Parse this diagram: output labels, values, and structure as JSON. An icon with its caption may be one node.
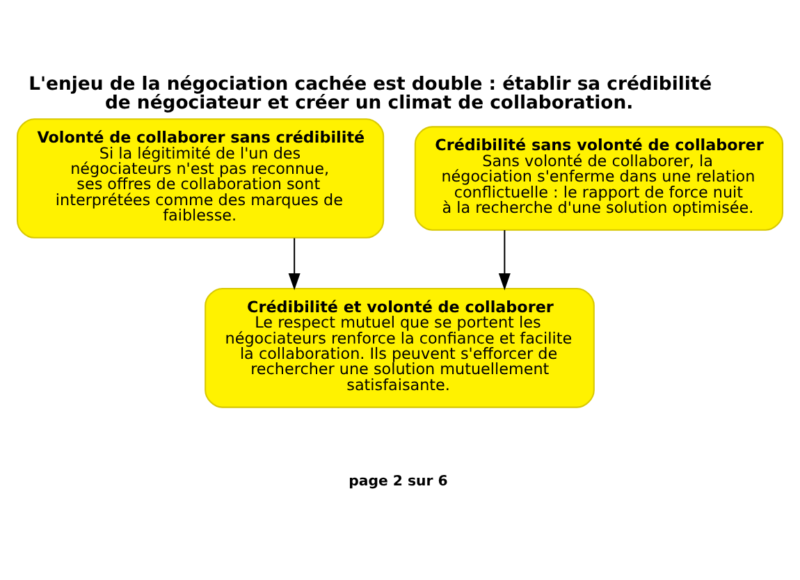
{
  "diagram": {
    "title": "L'enjeu de la négociation cachée est double : établir sa crédibilité de négociateur et créer un climat de collaboration.",
    "nodes": [
      {
        "text": [
          "Volonté de collaborer sans crédibilité",
          "Si la légitimité de l'un des négociateurs n'est pas reconnue, ses offres de collaboration sont interprétées comme des marques de faiblesse."
        ]
      },
      {
        "text": [
          "Crédibilité sans volonté de collaborer",
          "Sans volonté de collaborer, la négociation s'enferme dans une relation conflictuelle : le rapport de force nuit à la recherche d'une solution optimisée."
        ]
      },
      {
        "text": [
          "Crédibilité et volonté de collaborer",
          "Le respect mutuel que se portent les négociateurs renforce la confiance et facilite la collaboration. Ils peuvent s'efforcer de rechercher une solution mutuellement satisfaisante."
        ]
      }
    ],
    "edges": [
      {
        "from": 0,
        "to": 2,
        "arrow": "to"
      },
      {
        "from": 1,
        "to": 2,
        "arrow": "to"
      }
    ],
    "labels": [
      "page 2 sur 6"
    ]
  }
}
